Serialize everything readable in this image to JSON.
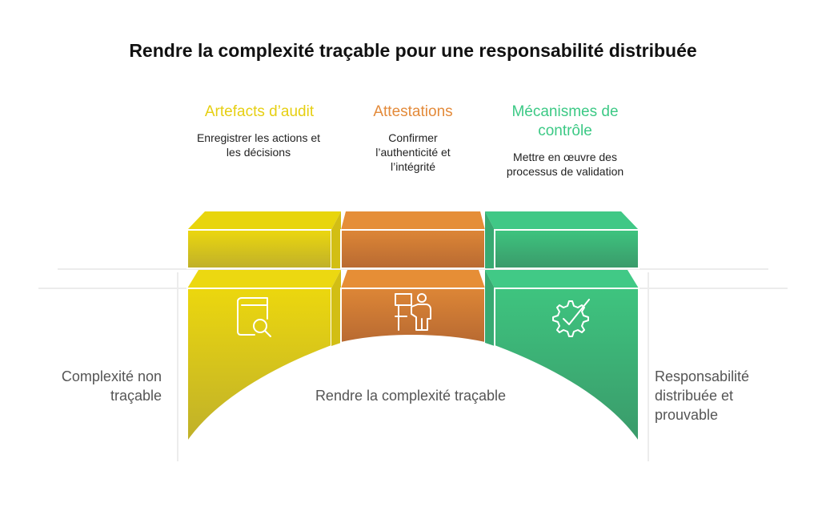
{
  "title": "Rendre la complexité traçable pour une responsabilité distribuée",
  "columns": [
    {
      "heading": "Artefacts d’audit",
      "description": "Enregistrer les actions et les décisions",
      "color": "#e9d312",
      "icon": "book-search-icon"
    },
    {
      "heading": "Attestations",
      "description": "Confirmer l’authenticité et l’intégrité",
      "color": "#d9843a",
      "icon": "presenter-board-icon"
    },
    {
      "heading": "Mécanismes de contrôle",
      "description": "Mettre en œuvre des processus de validation",
      "color": "#3fc282",
      "icon": "gear-check-icon"
    }
  ],
  "left_label": "Complexité non traçable",
  "center_label": "Rendre la complexité traçable",
  "right_label": "Responsabilité distribuée et prouvable"
}
